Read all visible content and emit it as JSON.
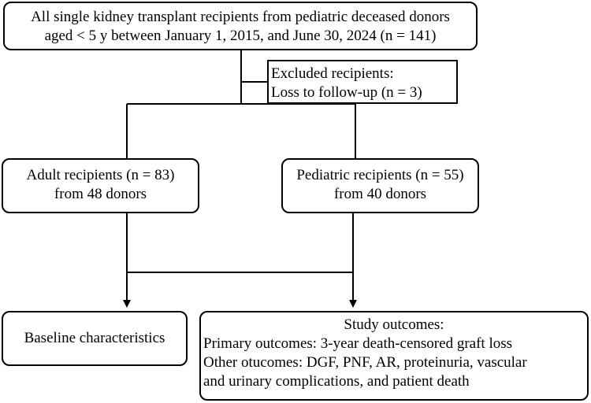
{
  "flowchart": {
    "all_recipients": {
      "line1": "All single kidney transplant recipients from pediatric deceased donors",
      "line2": "aged < 5 y between January 1, 2015, and June 30, 2024 (n = 141)"
    },
    "excluded": {
      "line1": "Excluded recipients:",
      "line2": "Loss to follow-up (n = 3)"
    },
    "adult": {
      "line1": "Adult recipients (n = 83)",
      "line2": "from 48 donors"
    },
    "pediatric": {
      "line1": "Pediatric recipients (n = 55)",
      "line2": "from 40 donors"
    },
    "baseline": {
      "label": "Baseline characteristics"
    },
    "outcomes": {
      "title": "Study outcomes:",
      "primary": "Primary outcomes: 3-year death-censored graft loss",
      "other_line1": "Other otucomes: DGF, PNF, AR, proteinuria, vascular",
      "other_line2": "and urinary complications, and patient death"
    }
  }
}
